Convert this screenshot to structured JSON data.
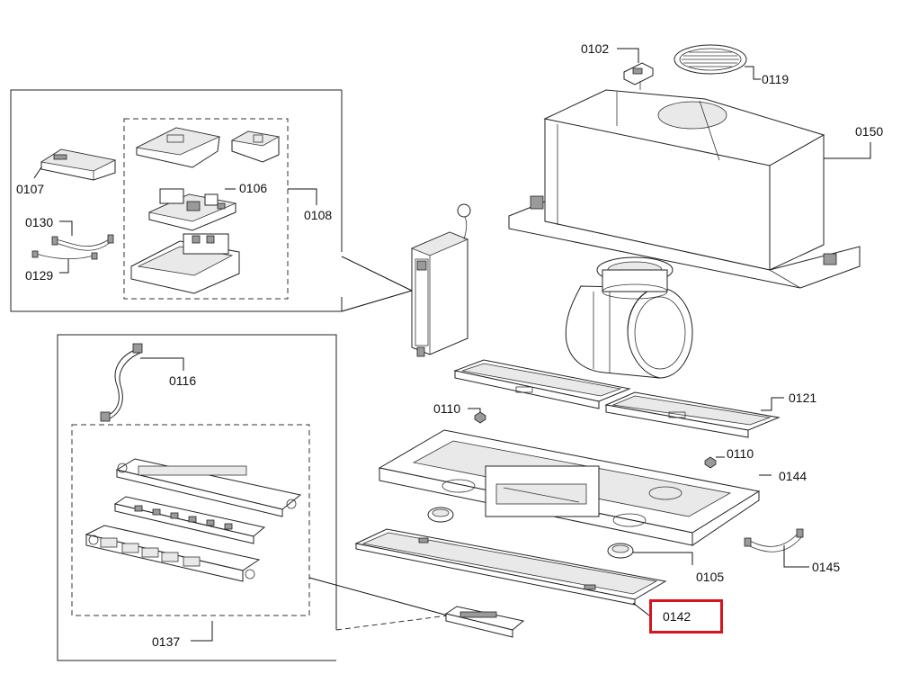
{
  "labels": {
    "p0102": "0102",
    "p0119": "0119",
    "p0150": "0150",
    "p0107": "0107",
    "p0106": "0106",
    "p0108": "0108",
    "p0130": "0130",
    "p0129": "0129",
    "p0116": "0116",
    "p0110a": "0110",
    "p0110b": "0110",
    "p0121": "0121",
    "p0144": "0144",
    "p0105": "0105",
    "p0145": "0145",
    "p0142": "0142",
    "p0137": "0137"
  },
  "highlighted_part": "0142",
  "colors": {
    "highlight": "#d6141c",
    "line": "#222222",
    "background": "#ffffff"
  }
}
